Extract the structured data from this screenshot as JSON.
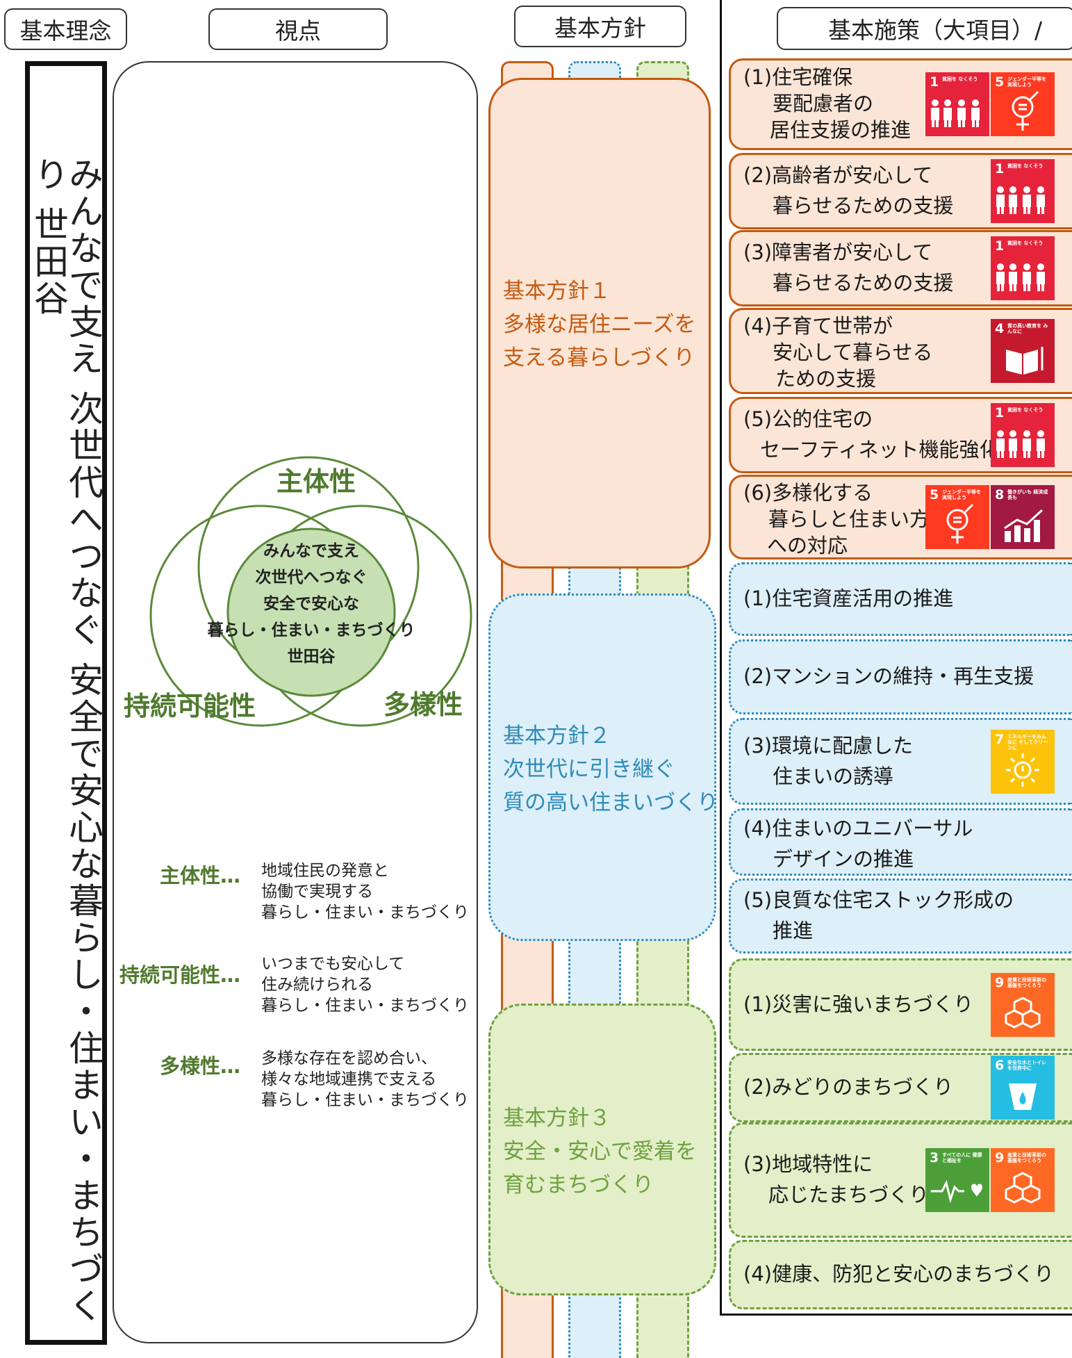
{
  "headers": {
    "philosophy": "基本理念",
    "viewpoint": "視点",
    "policy": "基本方針",
    "measures": "基本施策（大項目）/"
  },
  "philosophy": {
    "text": "みんなで支え 次世代へつなぐ 安全で安心な暮らし・住まい・まちづくり 世田谷"
  },
  "venn": {
    "labels": {
      "top": "主体性",
      "left": "持続可能性",
      "right": "多様性"
    },
    "center_lines": [
      "みんなで支え",
      "次世代へつなぐ",
      "安全で安心な",
      "暮らし・住まい・まちづくり",
      "世田谷"
    ],
    "colors": {
      "stroke": "#5b8a3a",
      "fill": "#c6e0b4"
    }
  },
  "viewpoints": [
    {
      "term": "主体性…",
      "lines": [
        "地域住民の発意と",
        "協働で実現する",
        "暮らし・住まい・まちづくり"
      ]
    },
    {
      "term": "持続可能性…",
      "lines": [
        "いつまでも安心して",
        "住み続けられる",
        "暮らし・住まい・まちづくり"
      ]
    },
    {
      "term": "多様性…",
      "lines": [
        "多様な存在を認め合い、",
        "様々な地域連携で支える",
        "暮らし・住まい・まちづくり"
      ]
    }
  ],
  "policies": [
    {
      "lines": [
        "基本方針１",
        "多様な居住ニーズを",
        "支える暮らしづくり"
      ],
      "color": "#c55a11",
      "fill": "#fbe5d6"
    },
    {
      "lines": [
        "基本方針２",
        "次世代に引き継ぐ",
        "質の高い住まいづくり"
      ],
      "color": "#2e8bb8",
      "fill": "#ddeff9"
    },
    {
      "lines": [
        "基本方針３",
        "安全・安心で愛着を",
        "育むまちづくり"
      ],
      "color": "#70a040",
      "fill": "#e2efc8"
    }
  ],
  "measures": [
    {
      "group": 0,
      "lines": [
        "(1)住宅確保",
        "要配慮者の",
        "居住支援の推進"
      ],
      "sdgs": [
        1,
        5
      ]
    },
    {
      "group": 0,
      "lines": [
        "(2)高齢者が安心して",
        "暮らせるための支援"
      ],
      "sdgs": [
        1
      ]
    },
    {
      "group": 0,
      "lines": [
        "(3)障害者が安心して",
        "暮らせるための支援"
      ],
      "sdgs": [
        1
      ]
    },
    {
      "group": 0,
      "lines": [
        "(4)子育て世帯が",
        "安心して暮らせる",
        "ための支援"
      ],
      "sdgs": [
        4
      ]
    },
    {
      "group": 0,
      "lines": [
        "(5)公的住宅の",
        "セーフティネット機能強化"
      ],
      "sdgs": [
        1
      ]
    },
    {
      "group": 0,
      "lines": [
        "(6)多様化する",
        "暮らしと住まい方",
        "への対応"
      ],
      "sdgs": [
        5,
        8
      ]
    },
    {
      "group": 1,
      "lines": [
        "(1)住宅資産活用の推進"
      ],
      "sdgs": []
    },
    {
      "group": 1,
      "lines": [
        "(2)マンションの維持・再生支援"
      ],
      "sdgs": []
    },
    {
      "group": 1,
      "lines": [
        "(3)環境に配慮した",
        "住まいの誘導"
      ],
      "sdgs": [
        7
      ]
    },
    {
      "group": 1,
      "lines": [
        "(4)住まいのユニバーサル",
        "デザインの推進"
      ],
      "sdgs": []
    },
    {
      "group": 1,
      "lines": [
        "(5)良質な住宅ストック形成の",
        "推進"
      ],
      "sdgs": []
    },
    {
      "group": 2,
      "lines": [
        "(1)災害に強いまちづくり"
      ],
      "sdgs": [
        9
      ]
    },
    {
      "group": 2,
      "lines": [
        "(2)みどりのまちづくり"
      ],
      "sdgs": [
        6
      ]
    },
    {
      "group": 2,
      "lines": [
        "(3)地域特性に",
        "応じたまちづくり"
      ],
      "sdgs": [
        3,
        9
      ]
    },
    {
      "group": 2,
      "lines": [
        "(4)健康、防犯と安心のまちづくり"
      ],
      "sdgs": []
    }
  ],
  "sdg_goals": {
    "1": {
      "num": "1",
      "label": "貧困を なくそう",
      "color": "#e5243b",
      "icon": "people-icon"
    },
    "3": {
      "num": "3",
      "label": "すべての人に 健康と福祉を",
      "color": "#4c9f38",
      "icon": "heartbeat-icon"
    },
    "4": {
      "num": "4",
      "label": "質の高い教育を みんなに",
      "color": "#c5192d",
      "icon": "book-icon"
    },
    "5": {
      "num": "5",
      "label": "ジェンダー平等を 実現しよう",
      "color": "#ff3a21",
      "icon": "gender-icon"
    },
    "6": {
      "num": "6",
      "label": "安全な水とトイレ を世界中に",
      "color": "#26bde2",
      "icon": "water-icon"
    },
    "7": {
      "num": "7",
      "label": "エネルギーをみんなに そしてクリーンに",
      "color": "#fcc30b",
      "icon": "sun-icon"
    },
    "8": {
      "num": "8",
      "label": "働きがいも 経済成長も",
      "color": "#a21942",
      "icon": "growth-chart-icon"
    },
    "9": {
      "num": "9",
      "label": "産業と技術革新の 基盤をつくろう",
      "color": "#fd6925",
      "icon": "cubes-icon"
    }
  }
}
